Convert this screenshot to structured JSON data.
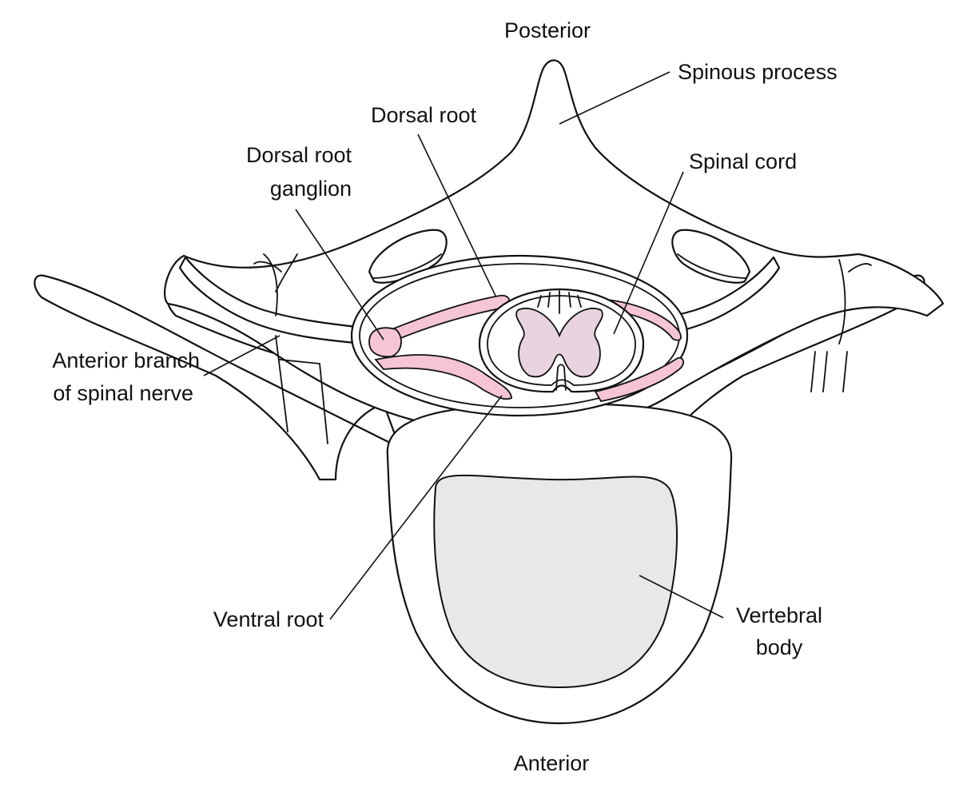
{
  "diagram": {
    "labels": {
      "posterior": "Posterior",
      "anterior": "Anterior",
      "spinous_process": "Spinous process",
      "dorsal_root": "Dorsal root",
      "dorsal_root_ganglion_line1": "Dorsal root",
      "dorsal_root_ganglion_line2": "ganglion",
      "spinal_cord": "Spinal cord",
      "anterior_branch_line1": "Anterior branch",
      "anterior_branch_line2": "of spinal nerve",
      "ventral_root": "Ventral root",
      "vertebral_body_line1": "Vertebral",
      "vertebral_body_line2": "body"
    },
    "colors": {
      "nerve_root_pink": "#f5c4d6",
      "gray_matter": "#e8d3df",
      "vertebral_body_fill": "#e8e8e8",
      "outline": "#111111"
    }
  }
}
